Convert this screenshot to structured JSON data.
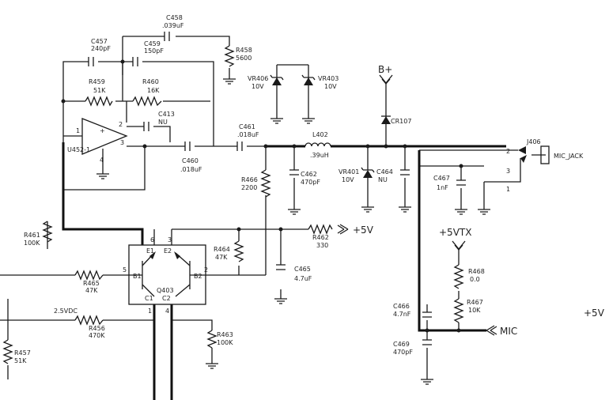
{
  "components": {
    "c458": {
      "ref": "C458",
      "value": ".039uF"
    },
    "c457": {
      "ref": "C457",
      "value": "240pF"
    },
    "c459": {
      "ref": "C459",
      "value": "150pF"
    },
    "r458": {
      "ref": "R458",
      "value": "5600"
    },
    "r459": {
      "ref": "R459",
      "value": "51K"
    },
    "r460": {
      "ref": "R460",
      "value": "16K"
    },
    "c413": {
      "ref": "C413",
      "value": "NU"
    },
    "u452": {
      "ref": "U452-1",
      "pin1": "1",
      "pin2": "2",
      "pin3": "3",
      "pin4": "4"
    },
    "c460": {
      "ref": "C460",
      "value": ".018uF"
    },
    "c461": {
      "ref": "C461",
      "value": ".018uF"
    },
    "vr406": {
      "ref": "VR406",
      "value": "10V"
    },
    "vr403": {
      "ref": "VR403",
      "value": "10V"
    },
    "cr107": {
      "ref": "CR107"
    },
    "l402": {
      "ref": "L402",
      "value": ".39uH"
    },
    "c462": {
      "ref": "C462",
      "value": "470pF"
    },
    "vr401": {
      "ref": "VR401",
      "value": "10V"
    },
    "c464": {
      "ref": "C464",
      "value": "NU"
    },
    "r466": {
      "ref": "R466",
      "value": "2200"
    },
    "j406": {
      "ref": "J406",
      "pin1": "1",
      "pin2": "2",
      "pin3": "3"
    },
    "c467": {
      "ref": "C467",
      "value": "1nF"
    },
    "r462": {
      "ref": "R462",
      "value": "330"
    },
    "r464": {
      "ref": "R464",
      "value": "47K"
    },
    "c465": {
      "ref": "C465",
      "value": "4.7uF"
    },
    "q403": {
      "ref": "Q403",
      "e1": "E1",
      "e2": "E2",
      "b1": "B1",
      "b2": "B2",
      "c1": "C1",
      "c2": "C2",
      "p6": "6",
      "p3": "3",
      "p5": "5",
      "p2": "2",
      "p1": "1",
      "p4": "4"
    },
    "r461": {
      "ref": "R461",
      "value": "100K"
    },
    "r465": {
      "ref": "R465",
      "value": "47K"
    },
    "r456": {
      "ref": "R456",
      "value": "470K"
    },
    "r463": {
      "ref": "R463",
      "value": "100K"
    },
    "r457": {
      "ref": "R457",
      "value": "51K"
    },
    "r468": {
      "ref": "R468",
      "value": "0.0"
    },
    "r467": {
      "ref": "R467",
      "value": "10K"
    },
    "c466": {
      "ref": "C466",
      "value": "4.7nF"
    },
    "c469": {
      "ref": "C469",
      "value": "470pF"
    }
  },
  "nets": {
    "b_plus": "B+",
    "plus5v": "+5V",
    "plus5vtx": "+5VTX",
    "mic": "MIC",
    "mic_jack": "MIC_JACK",
    "v25dc": "2.5VDC",
    "plus5v_edge": "+5V"
  }
}
